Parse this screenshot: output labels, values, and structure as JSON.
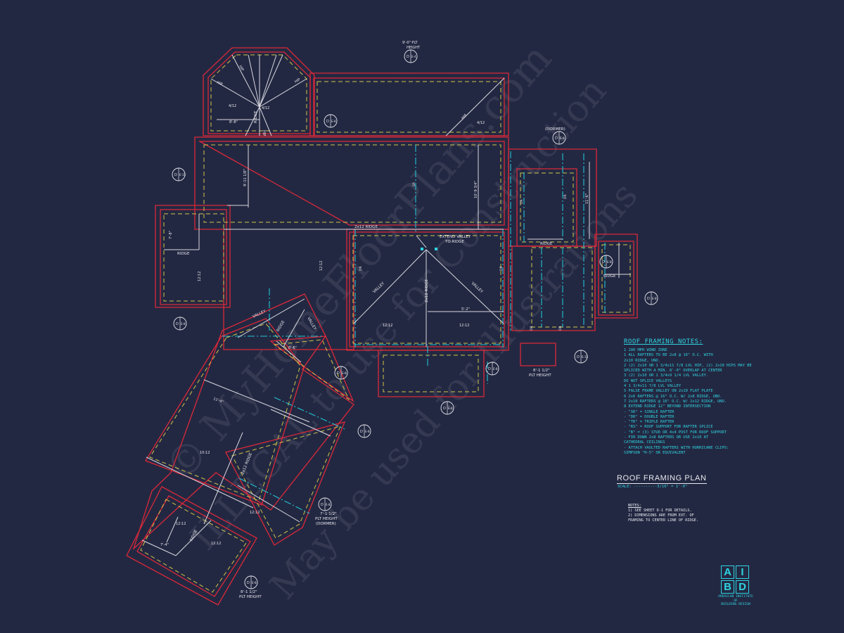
{
  "watermark": {
    "line1": "© MyHomeFloorPlans.com",
    "line2": "ILLEGAL to use for Construction",
    "line3": "May be used for Illustrations"
  },
  "labels": {
    "plt_height_top": "9'-0\" PLT",
    "plt_height_top_2": "HEIGHT",
    "dormer": "(DORMER)",
    "ridge_2x12": "2x12 RIDGE",
    "extend_valley": "EXTEND VALLEY",
    "to_ridge": "TO RIDGE",
    "ridge": "RIDGE",
    "valley": "VALLEY",
    "hip": "HIP",
    "ridge_2x12_vert": "2x12 RIDGE",
    "plt_height_mid": "8'-1 1/2\"",
    "plt_height_mid_2": "PLT HEIGHT",
    "plt_height_dormer": "7'-1 1/2\"",
    "plt_height_dormer_2": "PLT HEIGHT",
    "plt_height_dormer_3": "(DORMER)",
    "plt_height_bottom": "8'-1 1/2\"",
    "plt_height_bottom_2": "PLT HEIGHT",
    "pitch_12_12": "12:12",
    "pitch_4_12": "4/12",
    "pitch_10_12": "10:12",
    "dim_9_11": "9'-11 1/8\"",
    "dim_8_8": "8'-8\"",
    "dim_7_8": "7'-8\"",
    "dim_11_6": "11'-6\"",
    "dim_10_9": "10'-9 3/4\"",
    "dim_6_6": "6'-6\"",
    "dim_7_4": "7'-4\"",
    "dim_11_4": "11'-4\"",
    "dim_5_2": "5'-2\"",
    "dr": "DR",
    "sr": "SR"
  },
  "section_tags": [
    {
      "top": "D",
      "bot": "E-4"
    },
    {
      "top": "D",
      "bot": "E-8"
    },
    {
      "top": "D",
      "bot": "E-15"
    },
    {
      "top": "D",
      "bot": "E-8"
    },
    {
      "top": "D",
      "bot": "E-8"
    },
    {
      "top": "D",
      "bot": "E-8"
    },
    {
      "top": "D",
      "bot": "E-15"
    },
    {
      "top": "D",
      "bot": "E-8"
    },
    {
      "top": "D",
      "bot": "E-8"
    },
    {
      "top": "D",
      "bot": "E-4"
    },
    {
      "top": "D",
      "bot": "E-8"
    },
    {
      "top": "D",
      "bot": "E-8"
    },
    {
      "top": "D",
      "bot": "E-8"
    },
    {
      "top": "D",
      "bot": "E-8"
    }
  ],
  "notes": {
    "title": "ROOF FRAMING NOTES:",
    "lines": [
      "1 100 MPH WIND ZONE",
      "1 ALL RAFTERS TO BE 2x8 @ 16\" O.C. WITH",
      "  2x10 RIDGE, UNO.",
      "2 (2) 2x10 OR 1 3/4x11 7/8 LVL HIP, (2) 2x10 HIPS MAY BE",
      "  SPLICED WITH A MIN. 8'-0\" OVERLAP AT CENTER",
      "3 (2) 2x10 OR 1 3/4x9 1/4 LVL VALLEY.",
      "  DO NOT SPLICE VALLEYS",
      "4 1 3/4x11 7/8 LVL VALLEY",
      "5 FALSE FRAME VALLEY ON 2x10 FLAT PLATE",
      "6 2x6 RAFTERS @ 16\" O.C. W/ 2x8 RIDGE, UNO.",
      "7 2x10 RAFTERS @ 16\" O.C. W/ 2x12 RIDGE, UNO.",
      "8 EXTEND RIDGE 12\" BEYOND INTERSECTION",
      "- \"SR\" = SINGLE RAFTER",
      "- \"DR\" = DOUBLE RAFTER",
      "- \"TR\" = TRIPLE RAFTER",
      "- \"RS\" = ROOF SUPPORT FOR RAFTER SPLICE",
      "- \"B\" = (3) STUD OR 4x4 POST FOR ROOF SUPPORT",
      "- FIR DOWN 2x8 RAFTERS OR USE 2x10 AT",
      "  CATHEDRAL CEILINGS",
      "- ATTACH VAULTED RAFTERS WITH HURRICANE CLIPS:",
      "  SIMPSON \"H-5\" OR EQUIVALENT"
    ]
  },
  "plan_title": "ROOF FRAMING PLAN",
  "scale": "SCALE: ----------3/16\" = 1'-0\"",
  "general_notes": {
    "heading": "NOTES:",
    "lines": [
      "1) SEE SHEET D-1 FOR DETAILS.",
      "2) DIMENSIONS ARE FROM EXT. OF",
      "   FRAMING TO CENTER LINE OF RIDGE."
    ]
  },
  "logo": {
    "letters": [
      "A",
      "I",
      "B",
      "D"
    ],
    "caption_1": "AMERICAN INSTITUTE",
    "caption_2": "OF",
    "caption_3": "BUILDING DESIGN"
  },
  "colors": {
    "background": "#232842",
    "wall": "#d9283a",
    "plate": "#cfc44a",
    "framing": "#1fc3d3",
    "annotation": "#e8e8ee"
  }
}
